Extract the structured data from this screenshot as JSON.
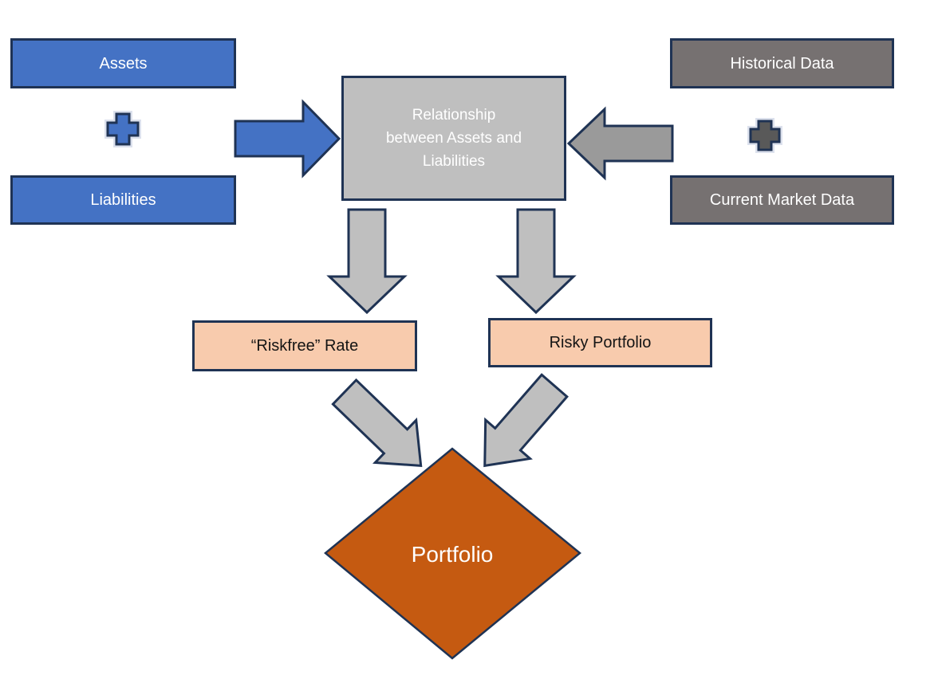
{
  "title": "Portfolio construction flow diagram",
  "palette": {
    "blue_box": "#4472C4",
    "gray_box": "#BFBFBF",
    "dark_gray_box": "#767171",
    "peach_box": "#F8CBAD",
    "diamond_orange": "#C55A11",
    "arrow_gray": "#BFBFBF",
    "arrow_blue": "#4472C4",
    "dark_plus": "#595959",
    "outline_navy": "#1f3354",
    "text_light": "#ffffff",
    "text_dark": "#141414"
  },
  "nodes": {
    "assets": {
      "label": "Assets"
    },
    "liabilities": {
      "label": "Liabilities"
    },
    "historical_data": {
      "label": "Historical Data"
    },
    "current_market_data": {
      "label": "Current Market Data"
    },
    "relationship": {
      "label": "Relationship between Assets and Liabilities",
      "lines": [
        "Relationship",
        "between Assets and",
        "Liabilities"
      ]
    },
    "riskfree_rate": {
      "label": "“Riskfree” Rate"
    },
    "risky_portfolio": {
      "label": "Risky Portfolio"
    },
    "portfolio": {
      "label": "Portfolio"
    }
  },
  "operators": {
    "left_plus": {
      "symbol": "+",
      "meaning": "Assets plus Liabilities"
    },
    "right_plus": {
      "symbol": "+",
      "meaning": "Historical Data plus Current Market Data"
    }
  },
  "edges": [
    {
      "from": "Assets + Liabilities",
      "to": "Relationship between Assets and Liabilities",
      "direction": "right"
    },
    {
      "from": "Historical Data + Current Market Data",
      "to": "Relationship between Assets and Liabilities",
      "direction": "left"
    },
    {
      "from": "Relationship between Assets and Liabilities",
      "to": "“Riskfree” Rate",
      "direction": "down"
    },
    {
      "from": "Relationship between Assets and Liabilities",
      "to": "Risky Portfolio",
      "direction": "down"
    },
    {
      "from": "“Riskfree” Rate",
      "to": "Portfolio",
      "direction": "down-right"
    },
    {
      "from": "Risky Portfolio",
      "to": "Portfolio",
      "direction": "down-left"
    }
  ]
}
